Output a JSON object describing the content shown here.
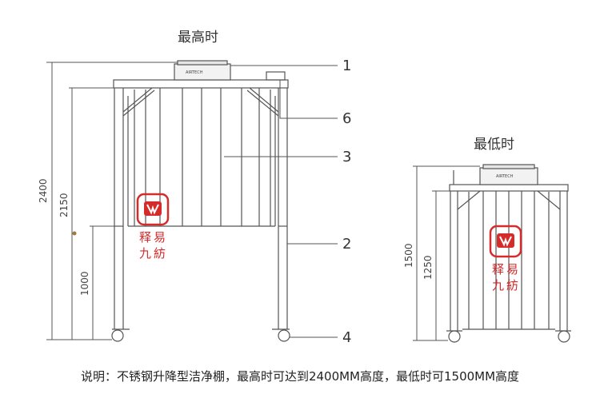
{
  "max_title": "最高时",
  "min_title": "最低时",
  "callouts": {
    "c1": "1",
    "c2": "2",
    "c3": "3",
    "c4": "4",
    "c6": "6"
  },
  "dims_max": {
    "total": "2400",
    "mid": "2150",
    "low": "1000"
  },
  "dims_min": {
    "total": "1500",
    "mid": "1250"
  },
  "fan_brand": "AIRTECH",
  "caption": "说明：不锈钢升降型洁净棚，最高时可达到2400MM高度，最低时可1500MM高度",
  "seal_text": [
    "释",
    "易",
    "九",
    "紡"
  ],
  "colors": {
    "line": "#555555",
    "seal": "#d62b2b"
  }
}
